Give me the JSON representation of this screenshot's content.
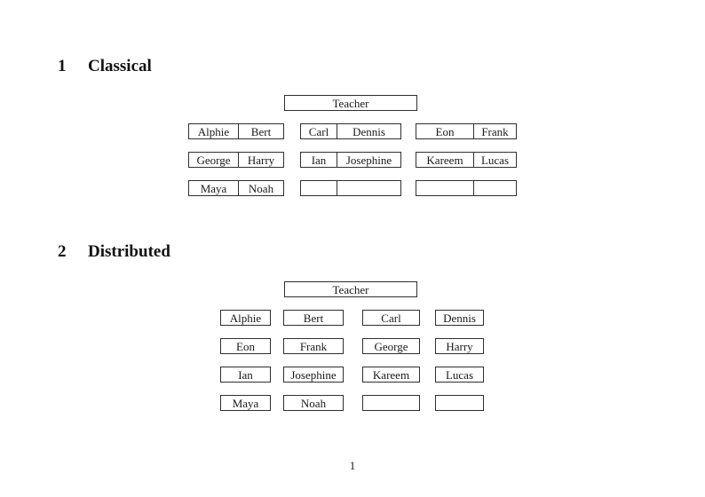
{
  "document": {
    "page_number": "1"
  },
  "classical": {
    "heading_number": "1",
    "heading_title": "Classical",
    "teacher_label": "Teacher",
    "desks": [
      [
        "Alphie",
        "Bert"
      ],
      [
        "Carl",
        "Dennis"
      ],
      [
        "Eon",
        "Frank"
      ],
      [
        "George",
        "Harry"
      ],
      [
        "Ian",
        "Josephine"
      ],
      [
        "Kareem",
        "Lucas"
      ],
      [
        "Maya",
        "Noah"
      ],
      [
        "",
        ""
      ],
      [
        "",
        ""
      ]
    ]
  },
  "distributed": {
    "heading_number": "2",
    "heading_title": "Distributed",
    "teacher_label": "Teacher",
    "seats": [
      "Alphie",
      "Bert",
      "Carl",
      "Dennis",
      "Eon",
      "Frank",
      "George",
      "Harry",
      "Ian",
      "Josephine",
      "Kareem",
      "Lucas",
      "Maya",
      "Noah",
      "",
      ""
    ]
  }
}
